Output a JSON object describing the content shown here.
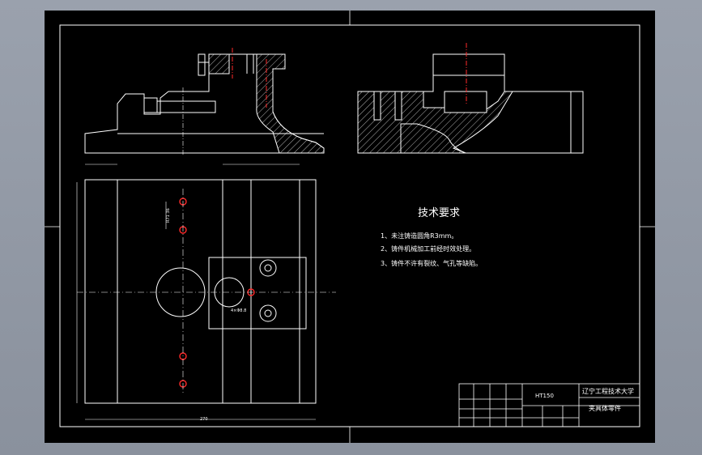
{
  "tech_requirements": {
    "title": "技术要求",
    "items": [
      "1、未注铸造圆角R3mm。",
      "2、铸件机械加工前经时效处理。",
      "3、铸件不许有裂纹、气孔等缺陷。"
    ]
  },
  "title_block": {
    "material": "HT150",
    "school": "辽宁工程技术大学",
    "part_name": "夹具体零件"
  },
  "dimensions": {
    "overall_width": "270",
    "hole_pitch": "R71 36",
    "hole_note": "4×Φ8.8"
  },
  "colors": {
    "background": "#000000",
    "outline": "#ffffff",
    "centerline": "#ff2a2a",
    "frame": "#8a919d"
  }
}
